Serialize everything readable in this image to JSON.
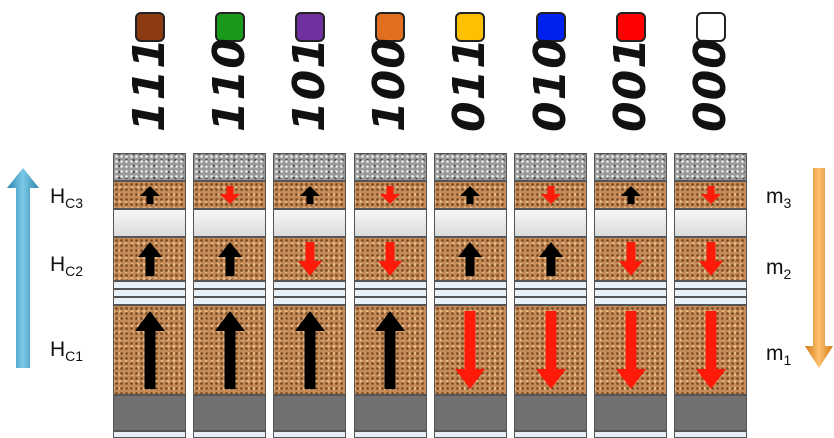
{
  "states": [
    {
      "code": "111",
      "color": "#8b3a12",
      "arrows": [
        "up",
        "up",
        "up"
      ]
    },
    {
      "code": "110",
      "color": "#1a9a1a",
      "arrows": [
        "down",
        "up",
        "up"
      ]
    },
    {
      "code": "101",
      "color": "#7030a0",
      "arrows": [
        "up",
        "down",
        "up"
      ]
    },
    {
      "code": "100",
      "color": "#e07020",
      "arrows": [
        "down",
        "down",
        "up"
      ]
    },
    {
      "code": "011",
      "color": "#ffc000",
      "arrows": [
        "up",
        "up",
        "down"
      ]
    },
    {
      "code": "010",
      "color": "#0020f0",
      "arrows": [
        "down",
        "up",
        "down"
      ]
    },
    {
      "code": "001",
      "color": "#ff0000",
      "arrows": [
        "up",
        "down",
        "down"
      ]
    },
    {
      "code": "000",
      "color": "#ffffff",
      "arrows": [
        "down",
        "down",
        "down"
      ]
    }
  ],
  "left_labels": {
    "hc3": {
      "main": "H",
      "sub": "C3"
    },
    "hc2": {
      "main": "H",
      "sub": "C2"
    },
    "hc1": {
      "main": "H",
      "sub": "C1"
    }
  },
  "right_labels": {
    "m3": {
      "main": "m",
      "sub": "3"
    },
    "m2": {
      "main": "m",
      "sub": "2"
    },
    "m1": {
      "main": "m",
      "sub": "1"
    }
  },
  "colors": {
    "arrow_up": "#000000",
    "arrow_down": "#ff1a0a",
    "left_arrow": "#4aa8d0",
    "right_arrow": "#f0a030"
  }
}
